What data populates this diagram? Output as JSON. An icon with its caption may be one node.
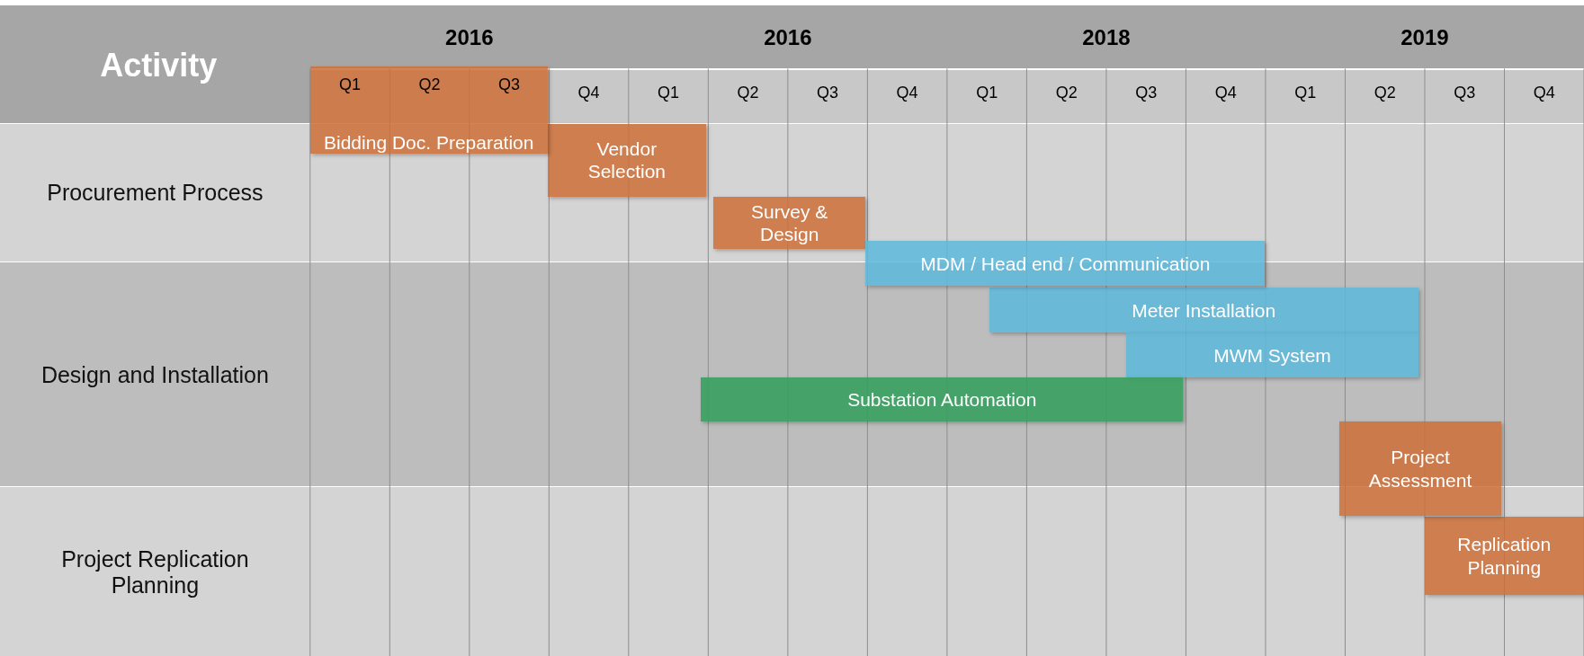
{
  "diagram": {
    "nodes": [
      {
        "text": [
          "Procurement Process"
        ]
      },
      {
        "text": [
          "Design and Installation"
        ]
      },
      {
        "text": [
          "Project Replication Planning"
        ]
      },
      {
        "text": [
          "Bidding Doc. Preparation"
        ]
      },
      {
        "text": [
          "Vendor Selection"
        ],
        "in": 0
      },
      {
        "text": [
          "Survey & Design"
        ],
        "in": 0
      },
      {
        "text": [
          "MDM / Head end / Communication"
        ]
      },
      {
        "text": [
          "Meter Installation"
        ],
        "in": 1
      },
      {
        "text": [
          "MWM System"
        ],
        "in": 1
      },
      {
        "text": [
          "Substation Automation"
        ],
        "in": 1
      },
      {
        "text": [
          "Project Assessment"
        ]
      },
      {
        "text": [
          "Replication Planning"
        ],
        "in": 2
      }
    ],
    "edges": [],
    "labels": [
      "Activity",
      "2016",
      "2016",
      "2018",
      "2019",
      "Q1",
      "Q2",
      "Q3",
      "Q4",
      "Q1",
      "Q2",
      "Q3",
      "Q4",
      "Q1",
      "Q2",
      "Q3",
      "Q4",
      "Q1",
      "Q2",
      "Q3",
      "Q4"
    ]
  }
}
